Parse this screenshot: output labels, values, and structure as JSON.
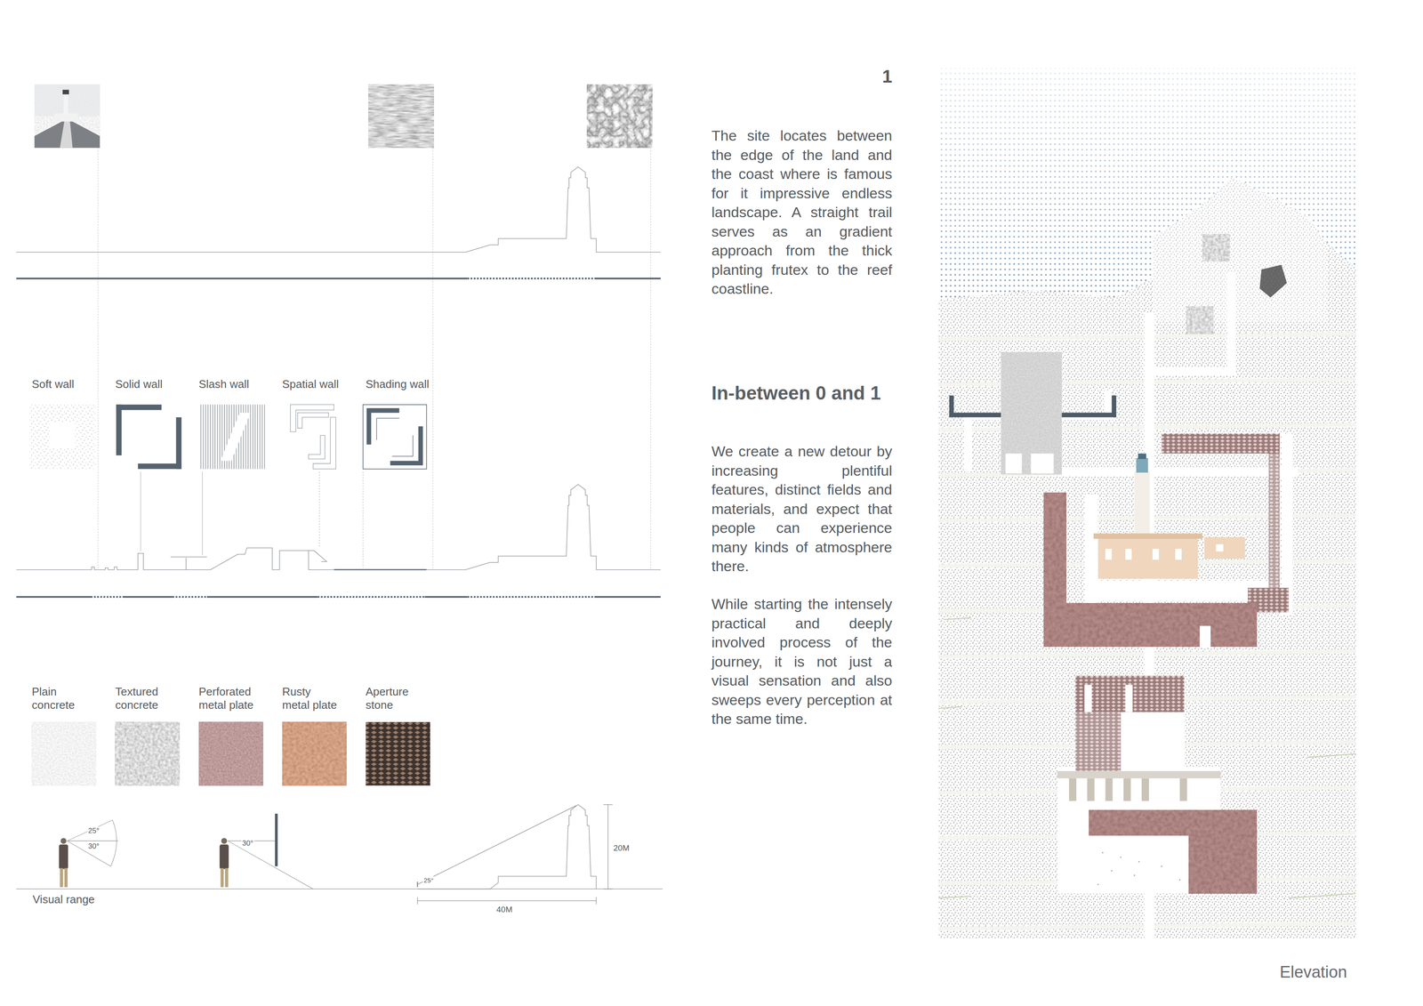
{
  "diagram": {
    "title": "In-between 0 and 1",
    "caption": "Elevation",
    "nodes": [
      {
        "text": [
          "Soft wall"
        ]
      },
      {
        "text": [
          "Solid wall"
        ]
      },
      {
        "text": [
          "Slash wall"
        ]
      },
      {
        "text": [
          "Spatial wall"
        ]
      },
      {
        "text": [
          "Shading wall"
        ]
      },
      {
        "text": [
          "Plain concrete"
        ]
      },
      {
        "text": [
          "Textured concrete"
        ]
      },
      {
        "text": [
          "Perforated metal plate"
        ]
      },
      {
        "text": [
          "Rusty metal plate"
        ]
      },
      {
        "text": [
          "Aperture stone"
        ]
      }
    ],
    "labels": [
      "1",
      "The site locates between the edge of the land and the coast where is famous for it impressive endless landscape. A straight trail serves as an gradient approach from the thick planting frutex to the reef coastline.",
      "We create a new detour by increasing plentiful features, distinct fields and materials, and expect that people can experience many kinds of atmosphere there.",
      "While starting the intensely practical and deeply involved process of the journey, it is not just a visual sensation and also sweeps every perception at the same time.",
      "25°",
      "30°",
      "30°",
      "25°",
      "20M",
      "40M",
      "Visual range"
    ]
  }
}
